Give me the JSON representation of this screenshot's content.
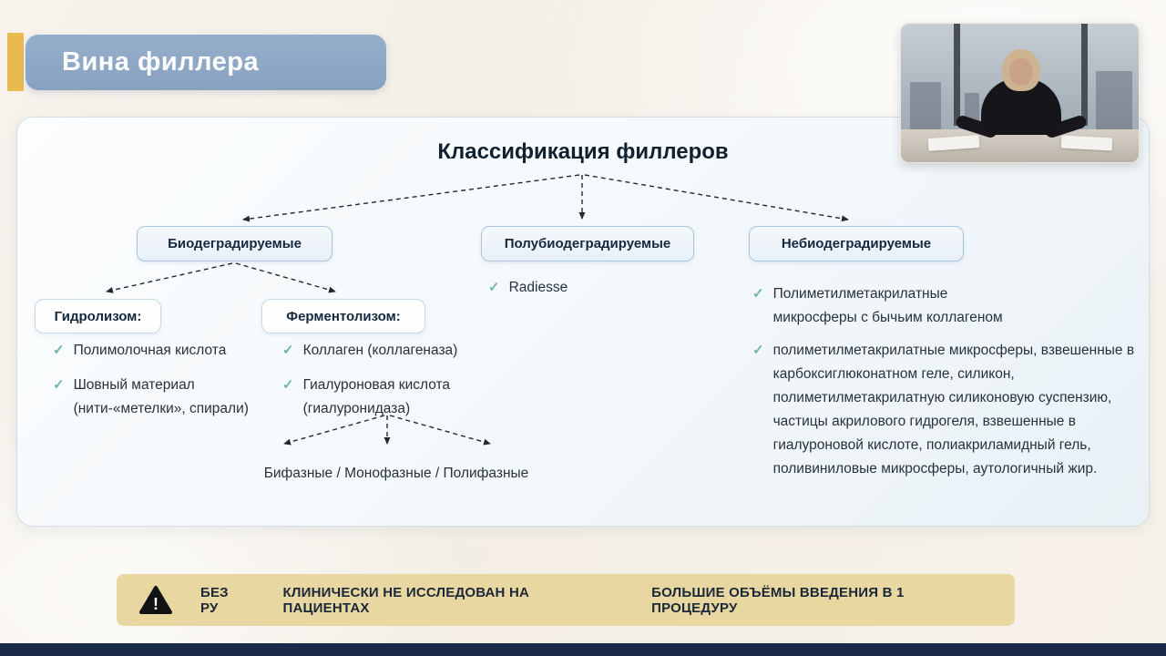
{
  "header": {
    "title": "Вина филлера"
  },
  "icons": {
    "check": "✓",
    "exclamation": "!"
  },
  "colors": {
    "accent_gold": "#e9ba4f",
    "header_blue": "#8fa9c7",
    "node_border_blue": "#abc4dd",
    "check_teal": "#74b3a9",
    "warning_bg": "#e9d7a2",
    "bottom_navy": "#1b2a47"
  },
  "diagram": {
    "title": "Классификация филлеров",
    "biodegradable": {
      "label": "Биодеградируемые",
      "hydrolysis": {
        "label": "Гидролизом:",
        "items": [
          "Полимолочная кислота",
          "Шовный материал\n(нити-«метелки», спирали)"
        ]
      },
      "fermentolysis": {
        "label": "Ферментолизом:",
        "items": [
          "Коллаген (коллагеназа)",
          "Гиалуроновая кислота\n(гиалуронидаза)"
        ],
        "phases": "Бифазные / Монофазные / Полифазные"
      }
    },
    "semi": {
      "label": "Полубиодеградируемые",
      "items": [
        "Radiesse"
      ]
    },
    "non": {
      "label": "Небиодеградируемые",
      "items": [
        "Полиметилметакрилатные микросферы с бычьим коллагеном",
        "полиметилметакрилатные микросферы, взвешенные в карбоксиглюконатном геле, силикон, полиметилметакрилатную силиконовую суспензию, частицы акрилового гидрогеля, взвешенные в гиалуроновой кислоте, полиакриламидный гель, поливиниловые микросферы, аутологичный жир."
      ]
    }
  },
  "warning": {
    "items": [
      "БЕЗ РУ",
      "КЛИНИЧЕСКИ НЕ ИССЛЕДОВАН НА ПАЦИЕНТАХ",
      "БОЛЬШИЕ ОБЪЁМЫ ВВЕДЕНИЯ В 1 ПРОЦЕДУРУ"
    ]
  }
}
